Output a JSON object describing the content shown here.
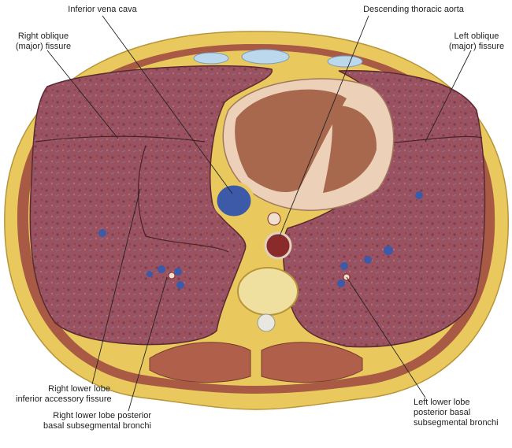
{
  "labels": {
    "ivc": "Inferior vena cava",
    "aorta": "Descending thoracic aorta",
    "right_oblique": [
      "Right oblique",
      "(major) fissure"
    ],
    "left_oblique": [
      "Left oblique",
      "(major) fissure"
    ],
    "right_accessory": [
      "Right lower lobe",
      "inferior accessory fissure"
    ],
    "right_bronchi": [
      "Right lower lobe posterior",
      "basal subsegmental bronchi"
    ],
    "left_bronchi": [
      "Left lower lobe",
      "posterior basal",
      "subsegmental bronchi"
    ]
  },
  "colors": {
    "fat": "#e9c95e",
    "muscle": "#a85a45",
    "lung": "#9a5160",
    "heart_wall": "#ecd0b8",
    "heart_cavity": "#a8684e",
    "vein": "#3d5aa8",
    "artery": "#8a2a2a"
  }
}
